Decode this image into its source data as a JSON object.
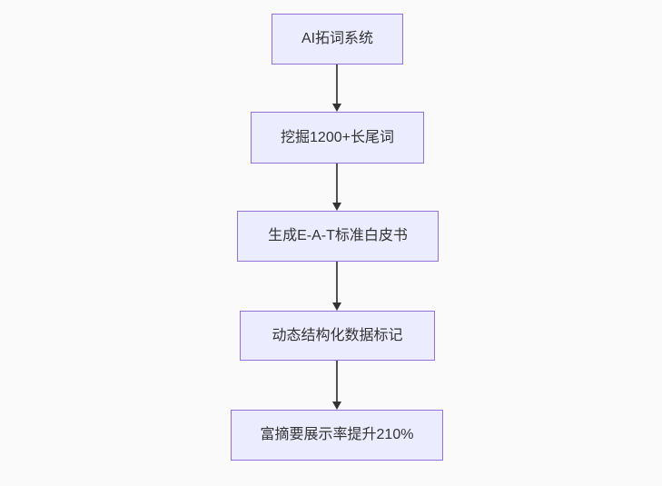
{
  "diagram": {
    "type": "flowchart-top-down",
    "nodes": [
      {
        "id": "n1",
        "label": "AI拓词系统"
      },
      {
        "id": "n2",
        "label": "挖掘1200+长尾词"
      },
      {
        "id": "n3",
        "label": "生成E-A-T标准白皮书"
      },
      {
        "id": "n4",
        "label": "动态结构化数据标记"
      },
      {
        "id": "n5",
        "label": "富摘要展示率提升210%"
      }
    ],
    "edges": [
      {
        "from": "n1",
        "to": "n2",
        "direction": "down"
      },
      {
        "from": "n2",
        "to": "n3",
        "direction": "down"
      },
      {
        "from": "n3",
        "to": "n4",
        "direction": "down"
      },
      {
        "from": "n4",
        "to": "n5",
        "direction": "down"
      }
    ]
  },
  "colors": {
    "canvas_bg": "#FAFAFA",
    "node_fill": "#ECECFF",
    "node_border": "#9370DB",
    "arrow": "#333333",
    "text": "#333333"
  }
}
